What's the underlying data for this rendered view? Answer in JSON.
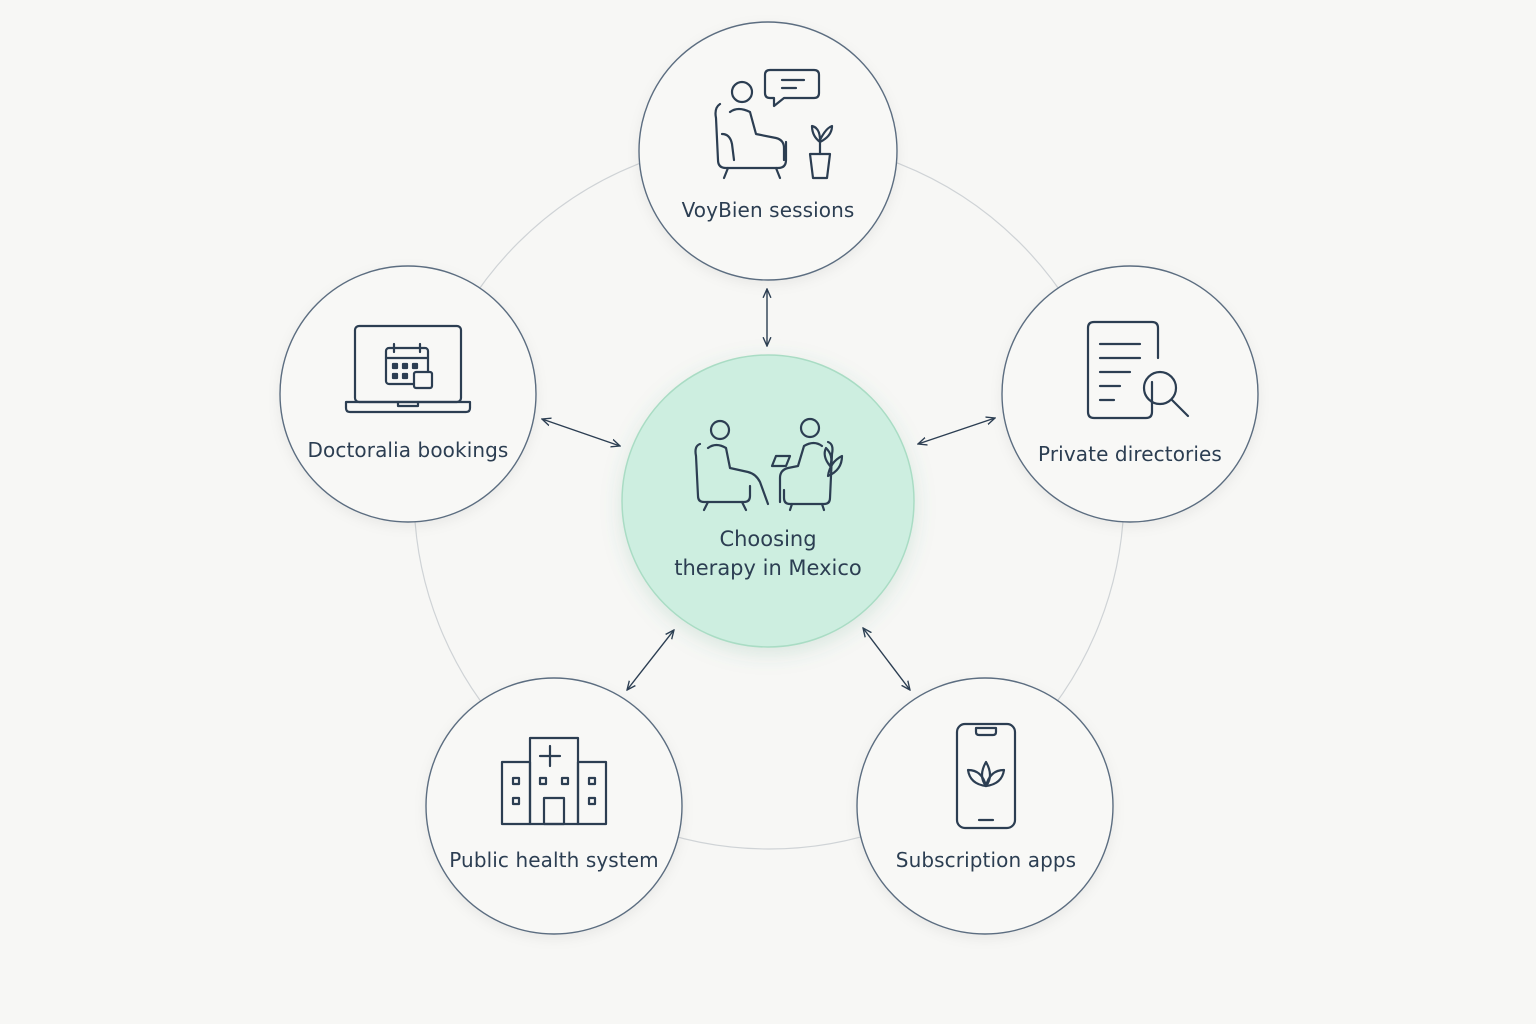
{
  "center": {
    "line1": "Choosing",
    "line2": "therapy in Mexico",
    "icon": "therapy-session-icon",
    "fill": "#cdeee0",
    "stroke": "#a9dcc4"
  },
  "nodes": [
    {
      "id": "voybien",
      "label": "VoyBien sessions",
      "icon": "counseling-armchair-icon"
    },
    {
      "id": "private",
      "label": "Private directories",
      "icon": "document-search-icon"
    },
    {
      "id": "subscription",
      "label": "Subscription apps",
      "icon": "smartphone-lotus-icon"
    },
    {
      "id": "public",
      "label": "Public health system",
      "icon": "hospital-icon"
    },
    {
      "id": "doctoralia",
      "label": "Doctoralia bookings",
      "icon": "laptop-calendar-icon"
    }
  ],
  "colors": {
    "background": "#f7f7f5",
    "node_stroke": "#5b6d80",
    "ring": "#cfd3d6",
    "icon": "#2c3e52",
    "accent_leaf": "#4a9a7a"
  }
}
